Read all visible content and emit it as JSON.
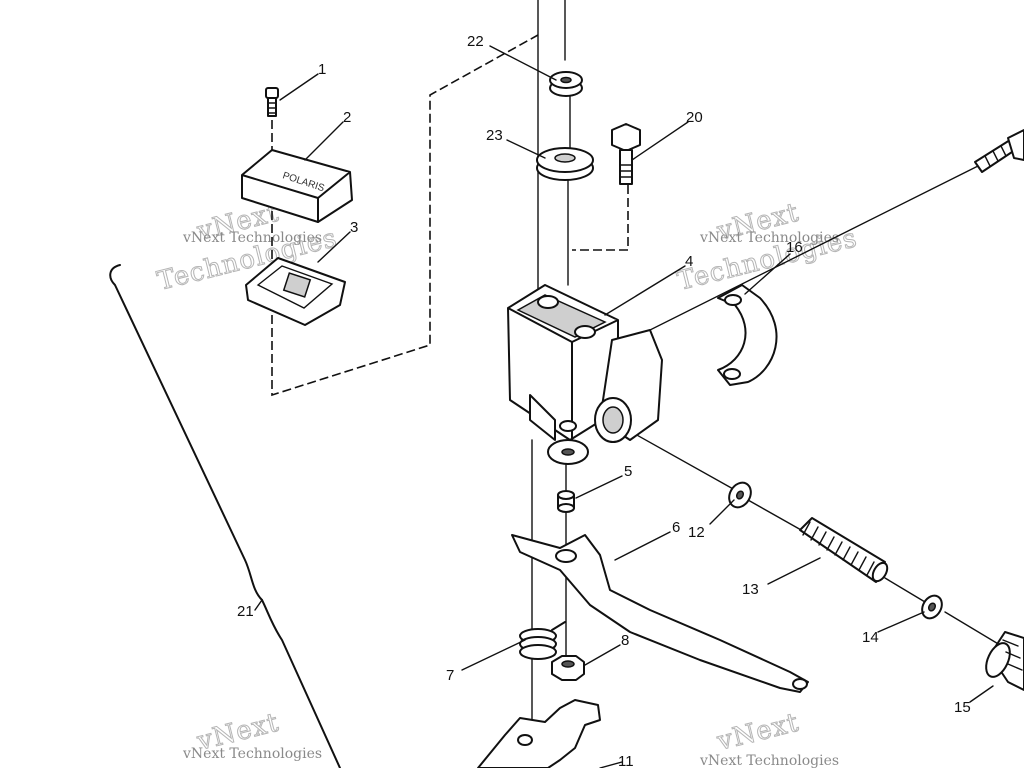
{
  "callouts": [
    {
      "id": "1",
      "label": "1"
    },
    {
      "id": "2",
      "label": "2"
    },
    {
      "id": "3",
      "label": "3"
    },
    {
      "id": "4",
      "label": "4"
    },
    {
      "id": "5",
      "label": "5"
    },
    {
      "id": "6",
      "label": "6"
    },
    {
      "id": "7",
      "label": "7"
    },
    {
      "id": "8",
      "label": "8"
    },
    {
      "id": "11",
      "label": "11"
    },
    {
      "id": "12",
      "label": "12"
    },
    {
      "id": "13",
      "label": "13"
    },
    {
      "id": "14",
      "label": "14"
    },
    {
      "id": "15",
      "label": "15"
    },
    {
      "id": "16",
      "label": "16"
    },
    {
      "id": "20",
      "label": "20"
    },
    {
      "id": "21",
      "label": "21"
    },
    {
      "id": "22",
      "label": "22"
    },
    {
      "id": "23",
      "label": "23"
    }
  ],
  "watermark": {
    "line1": "vNext Technologies",
    "word1": "vNext",
    "word2": "Technologies"
  },
  "colors": {
    "ink": "#111111",
    "watermark": "#b5b5b5",
    "background": "#ffffff"
  }
}
